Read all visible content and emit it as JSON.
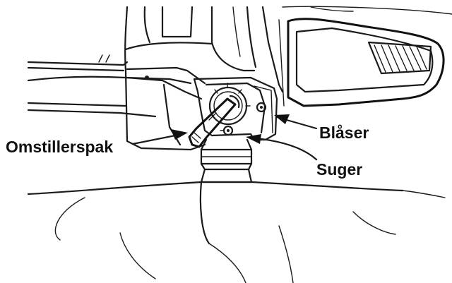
{
  "diagram": {
    "labels": {
      "lever": "Omstillerspak",
      "blower": "Blåser",
      "suction": "Suger"
    },
    "colors": {
      "ink": "#111111",
      "background": "#ffffff"
    }
  }
}
